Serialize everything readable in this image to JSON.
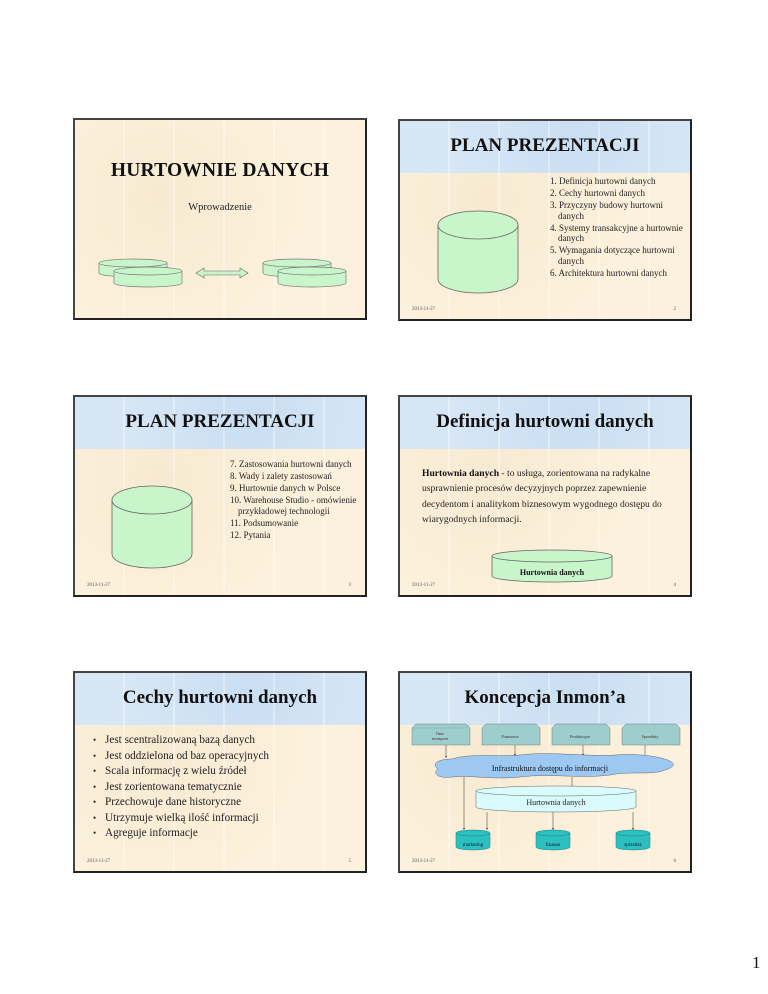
{
  "document": {
    "page_number": "1",
    "slide_date": "2013-11-27",
    "colors": {
      "slide_background": "#fcf1dc",
      "title_band": "#d6e6f5",
      "cylinder_fill": "#c9f5cb",
      "diagram_box": "#9ecdcd",
      "cloud_fill": "#9cc8f2",
      "warehouse_fill": "#d9fbfb",
      "mart_fill": "#2bc0bf"
    }
  },
  "slides": [
    {
      "number": "",
      "title": "HURTOWNIE DANYCH",
      "subtitle": "Wprowadzenie",
      "icons": [
        "stacked-disks-icon",
        "double-arrow-icon",
        "stacked-disks-icon"
      ]
    },
    {
      "number": "2",
      "title": "PLAN PREZENTACJI",
      "items": [
        "1. Definicja hurtowni danych",
        "2. Cechy hurtowni danych",
        "3. Przyczyny budowy hurtowni danych",
        "4. Systemy transakcyjne a hurtownie danych",
        "5. Wymagania dotyczące hurtowni danych",
        "6. Architektura hurtowni danych"
      ]
    },
    {
      "number": "3",
      "title": "PLAN PREZENTACJI",
      "items": [
        "7. Zastosowania hurtowni danych",
        "8. Wady i zalety zastosowań",
        "9. Hurtownie danych w Polsce",
        "10. Warehouse Studio - omówienie przykładowej technologii",
        "11. Podsumowanie",
        "12. Pytania"
      ]
    },
    {
      "number": "4",
      "title": "Definicja hurtowni danych",
      "term": "Hurtownia danych",
      "definition": " - to usługa, zorientowana na radykalne usprawnienie procesów decyzyjnych poprzez zapewnienie decydentom i analitykom biznesowym wygodnego dostępu do wiarygodnych informacji.",
      "cylinder_label": "Hurtownia danych"
    },
    {
      "number": "5",
      "title": "Cechy hurtowni danych",
      "bullets": [
        "Jest scentralizowaną bazą danych",
        "Jest oddzielona od baz operacyjnych",
        "Scala informację z wielu źródeł",
        "Jest zorientowana tematycznie",
        "Przechowuje dane historyczne",
        "Utrzymuje wielką ilość informacji",
        "Agreguje informacje"
      ]
    },
    {
      "number": "6",
      "title": "Koncepcja Inmon’a",
      "sources": [
        "Dane zewnętrzne",
        "Finansowe",
        "Produkcyjne",
        "Sprzedaży"
      ],
      "infrastructure": "Infrastruktura dostępu do informacji",
      "warehouse": "Hurtownia danych",
      "marts": [
        "marketing",
        "finanse",
        "sprzedaż"
      ]
    }
  ]
}
